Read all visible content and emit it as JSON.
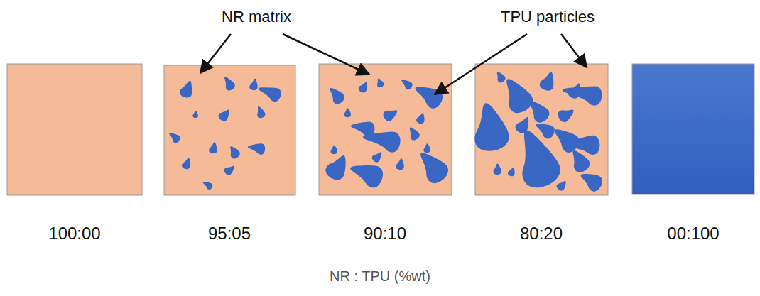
{
  "diagram": {
    "labels": [
      "NR matrix",
      "TPU particles",
      "100:00",
      "95:05",
      "90:10",
      "80:20",
      "00:100",
      "NR : TPU (%wt)"
    ]
  }
}
